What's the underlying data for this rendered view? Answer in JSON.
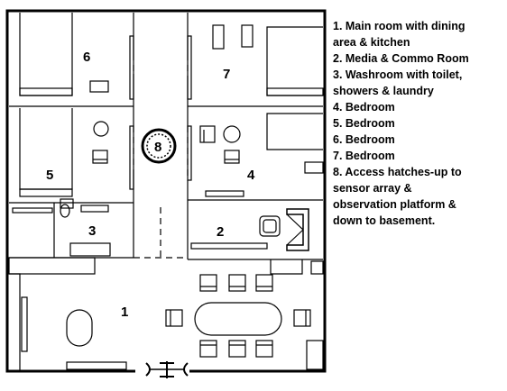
{
  "rooms": [
    {
      "number": "1",
      "description": "Main room with dining area & kitchen"
    },
    {
      "number": "2",
      "description": "Media & Commo Room"
    },
    {
      "number": "3",
      "description": "Washroom with toilet, showers & laundry"
    },
    {
      "number": "4",
      "description": "Bedroom"
    },
    {
      "number": "5",
      "description": "Bedroom"
    },
    {
      "number": "6",
      "description": "Bedroom"
    },
    {
      "number": "7",
      "description": "Bedroom"
    },
    {
      "number": "8",
      "description": "Access hatches-up to sensor array & observation platform & down to basement."
    }
  ],
  "legend_lines": [
    "1. Main room with dining",
    "area & kitchen",
    "2. Media & Commo Room",
    "3. Washroom with toilet,",
    "showers & laundry",
    "4. Bedroom",
    "5. Bedroom",
    "6. Bedroom",
    "7. Bedroom",
    "8. Access hatches-up to",
    "sensor array &",
    "observation platform &",
    "down to basement."
  ],
  "colors": {
    "wall": "#000000",
    "background": "#ffffff"
  },
  "icons": {
    "entrance": "double-door-entrance-icon",
    "hatch": "circular-hatch-icon"
  }
}
